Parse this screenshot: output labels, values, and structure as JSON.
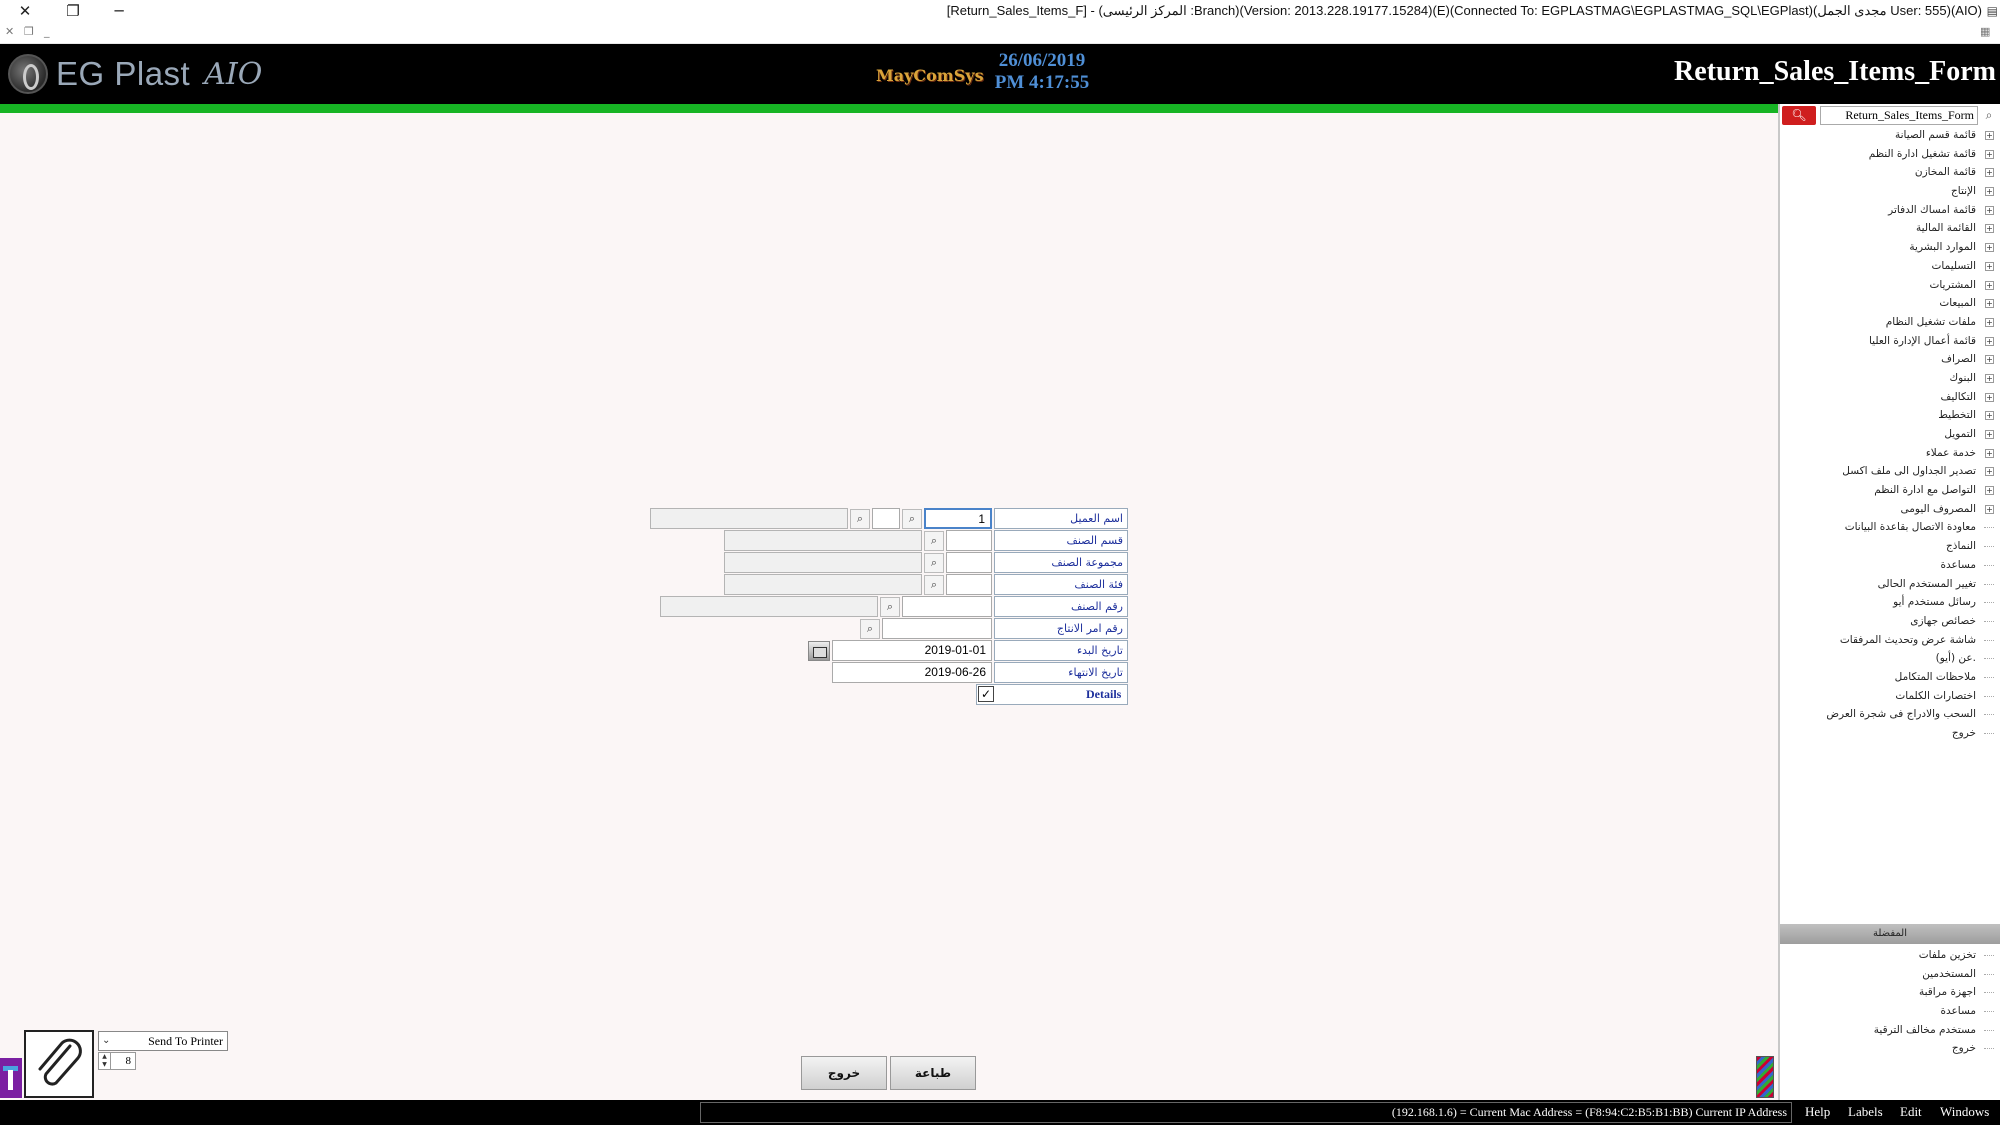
{
  "window": {
    "title": "[Return_Sales_Items_F] - (المركز الرئيسى :Branch)(Version: 2013.228.19177.15284)(E)(Connected To: EGPLASTMAG\\EGPLASTMAG_SQL\\EGPlast)(مجدى الجمل User: 555)(AIO)",
    "close_glyph": "✕",
    "restore_glyph": "❐",
    "minimize_glyph": "─"
  },
  "header": {
    "logo_text": "EG Plast",
    "logo_suffix": "AIO",
    "brand2": "MayComSys",
    "date": "26/06/2019",
    "time": "PM 4:17:55",
    "form_title": "Return_Sales_Items_Form"
  },
  "sidebar": {
    "search_value": "Return_Sales_Items_Form",
    "tree": [
      {
        "label": "قائمة قسم الصيانة",
        "expandable": true
      },
      {
        "label": "قائمة تشغيل ادارة النظم",
        "expandable": true
      },
      {
        "label": "قائمة المخازن",
        "expandable": true
      },
      {
        "label": "الإنتاج",
        "expandable": true
      },
      {
        "label": "قائمة امساك الدفاتر",
        "expandable": true
      },
      {
        "label": "القائمة المالية",
        "expandable": true
      },
      {
        "label": "الموارد البشرية",
        "expandable": true
      },
      {
        "label": "التسليمات",
        "expandable": true
      },
      {
        "label": "المشتريات",
        "expandable": true
      },
      {
        "label": "المبيعات",
        "expandable": true
      },
      {
        "label": "ملفات تشغيل النظام",
        "expandable": true
      },
      {
        "label": "قائمة أعمال الإدارة العليا",
        "expandable": true
      },
      {
        "label": "الصراف",
        "expandable": true
      },
      {
        "label": "البنوك",
        "expandable": true
      },
      {
        "label": "التكاليف",
        "expandable": true
      },
      {
        "label": "التخطيط",
        "expandable": true
      },
      {
        "label": "التمويل",
        "expandable": true
      },
      {
        "label": "خدمة عملاء",
        "expandable": true
      },
      {
        "label": "تصدير الجداول الى ملف اكسل",
        "expandable": true
      },
      {
        "label": "التواصل مع ادارة النظم",
        "expandable": true
      },
      {
        "label": "المصروف اليومى",
        "expandable": true
      },
      {
        "label": "معاودة الاتصال بقاعدة البيانات",
        "expandable": false
      },
      {
        "label": "النماذج",
        "expandable": false
      },
      {
        "label": "مساعدة",
        "expandable": false
      },
      {
        "label": "تغيير المستخدم الحالى",
        "expandable": false
      },
      {
        "label": "رسائل مستخدم أيو",
        "expandable": false
      },
      {
        "label": "خصائص جهازى",
        "expandable": false
      },
      {
        "label": "شاشة عرض وتحديث المرفقات",
        "expandable": false
      },
      {
        "label": "عن (أيو).",
        "expandable": false
      },
      {
        "label": "ملاحظات المتكامل",
        "expandable": false
      },
      {
        "label": "اختصارات الكلمات",
        "expandable": false
      },
      {
        "label": "السحب والادراج فى شجرة العرض",
        "expandable": false
      },
      {
        "label": "خروج",
        "expandable": false
      }
    ],
    "panel2_title": "المفضلة",
    "panel2_items": [
      {
        "label": "تخزين ملفات"
      },
      {
        "label": "المستخدمين"
      },
      {
        "label": "اجهزة مراقبة"
      },
      {
        "label": "مساعدة"
      },
      {
        "label": "مستخدم مخالف الترقية"
      },
      {
        "label": "خروج"
      }
    ]
  },
  "form": {
    "customer_label": "اسم العميل",
    "customer_code": "1",
    "item_section_label": "قسم الصنف",
    "item_group_label": "مجموعة الصنف",
    "item_category_label": "فئة الصنف",
    "item_number_label": "رقم الصنف",
    "production_order_label": "رقم امر الانتاج",
    "start_date_label": "تاريخ البدء",
    "start_date": "2019-01-01",
    "end_date_label": "تاريخ الانتهاء",
    "end_date": "2019-06-26",
    "details_label": "Details",
    "details_checked": "✓"
  },
  "bottom": {
    "print_button": "طباعة",
    "exit_button": "خروج",
    "printer_option": "Send To Printer",
    "copies": "8"
  },
  "statusbar": {
    "network_info": "(192.168.1.6) = Current Mac Address = (F8:94:C2:B5:B1:BB) Current IP Address",
    "menu": [
      "Help",
      "Labels",
      "Edit",
      "Windows"
    ]
  }
}
